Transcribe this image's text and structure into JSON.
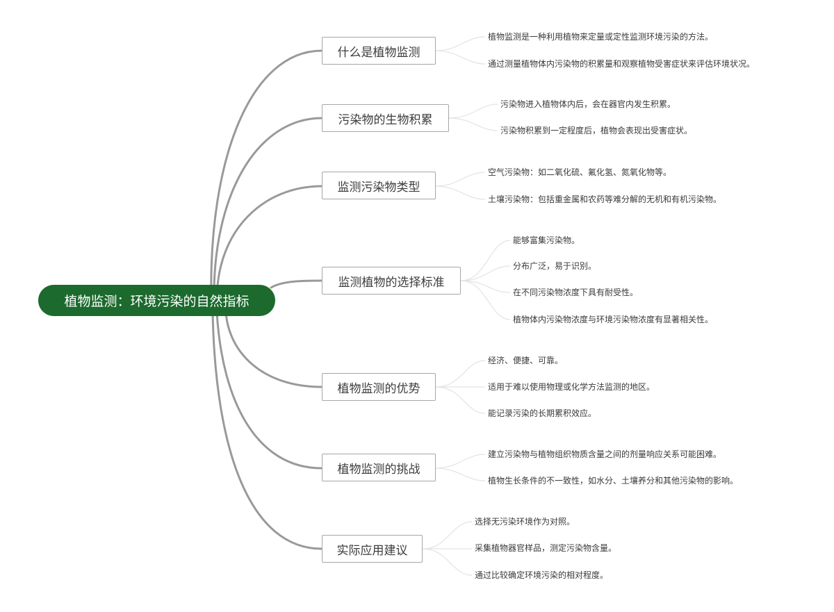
{
  "colors": {
    "root_fill": "#1c6a2e",
    "root_text": "#ffffff",
    "main_connector": "#999999",
    "leaf_connector": "#e3e3e3",
    "branch_border": "#a6a6a6"
  },
  "root": {
    "label": "植物监测：环境污染的自然指标"
  },
  "branches": [
    {
      "label": "什么是植物监测",
      "leaves": [
        "植物监测是一种利用植物来定量或定性监测环境污染的方法。",
        "通过测量植物体内污染物的积累量和观察植物受害症状来评估环境状况。"
      ]
    },
    {
      "label": "污染物的生物积累",
      "leaves": [
        "污染物进入植物体内后，会在器官内发生积累。",
        "污染物积累到一定程度后，植物会表现出受害症状。"
      ]
    },
    {
      "label": "监测污染物类型",
      "leaves": [
        "空气污染物：如二氧化硫、氟化氢、氮氧化物等。",
        "土壤污染物：包括重金属和农药等难分解的无机和有机污染物。"
      ]
    },
    {
      "label": "监测植物的选择标准",
      "leaves": [
        "能够富集污染物。",
        "分布广泛，易于识别。",
        "在不同污染物浓度下具有耐受性。",
        "植物体内污染物浓度与环境污染物浓度有显著相关性。"
      ]
    },
    {
      "label": "植物监测的优势",
      "leaves": [
        "经济、便捷、可靠。",
        "适用于难以使用物理或化学方法监测的地区。",
        "能记录污染的长期累积效应。"
      ]
    },
    {
      "label": "植物监测的挑战",
      "leaves": [
        "建立污染物与植物组织物质含量之间的剂量响应关系可能困难。",
        "植物生长条件的不一致性，如水分、土壤养分和其他污染物的影响。"
      ]
    },
    {
      "label": "实际应用建议",
      "leaves": [
        "选择无污染环境作为对照。",
        "采集植物器官样品，测定污染物含量。",
        "通过比较确定环境污染的相对程度。"
      ]
    }
  ]
}
